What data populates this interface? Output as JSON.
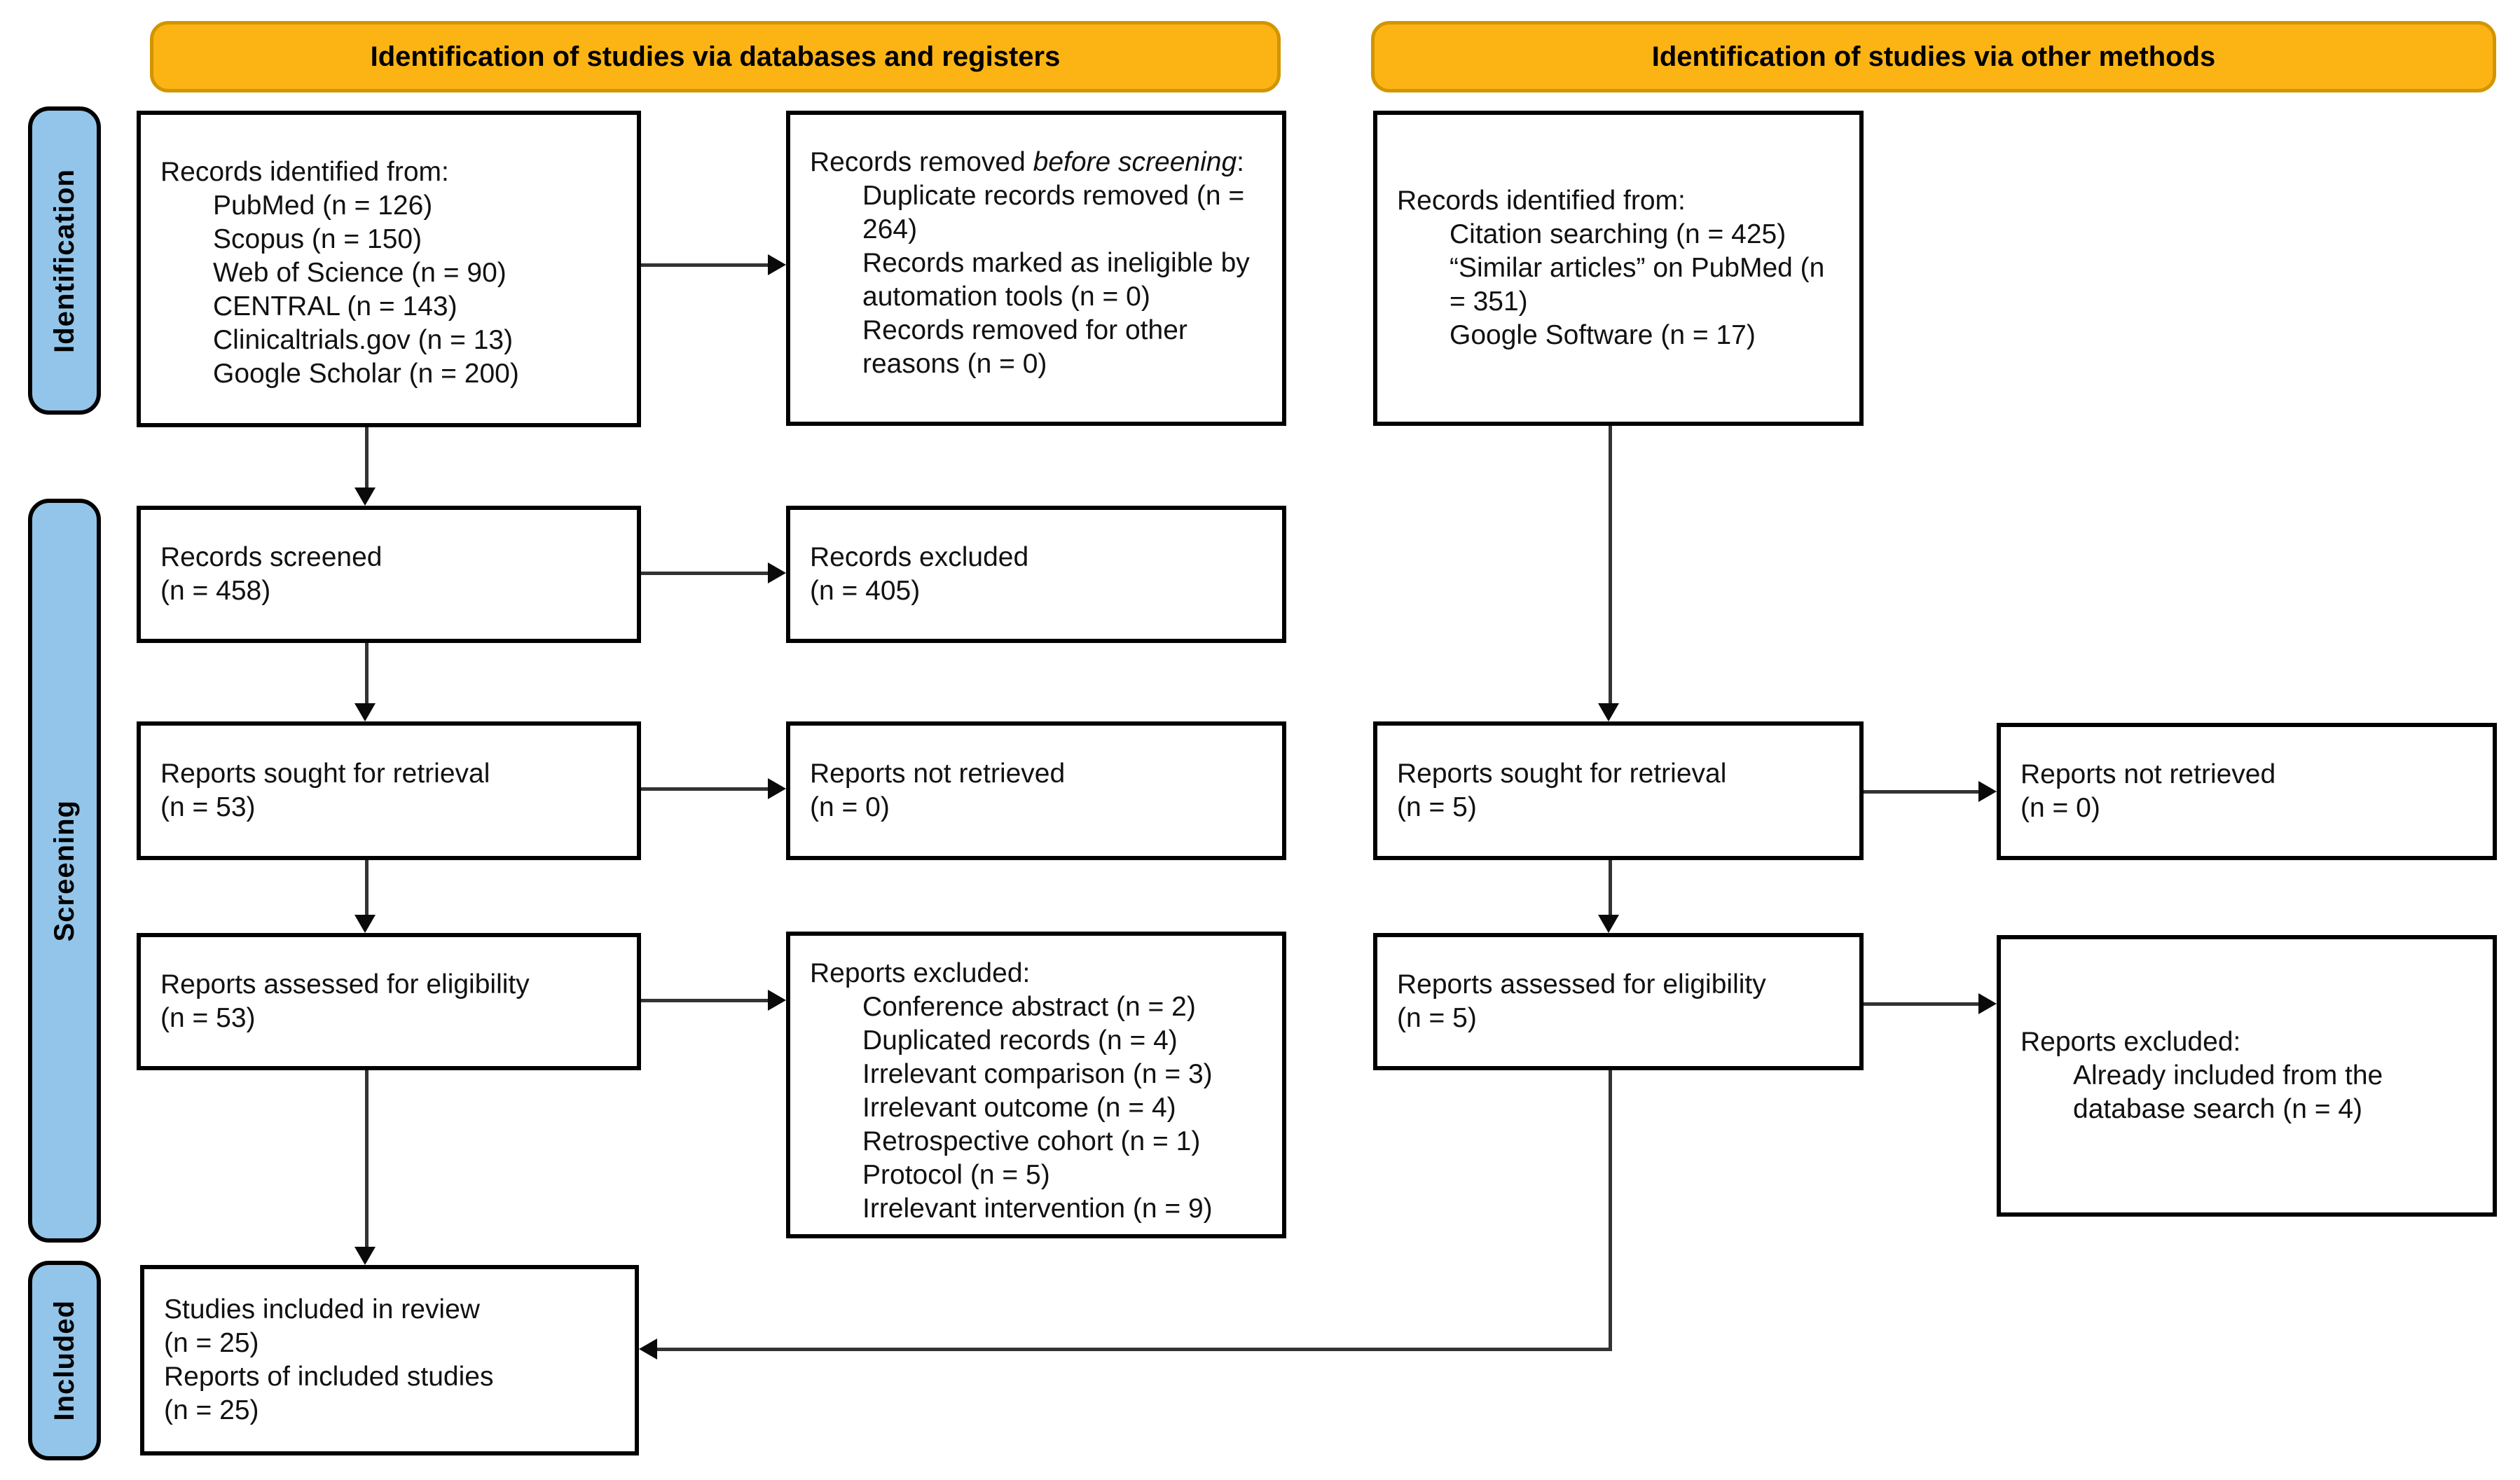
{
  "banners": {
    "left": "Identification of studies via databases and registers",
    "right": "Identification of studies via other methods"
  },
  "side_labels": {
    "identification": "Identification",
    "screening": "Screening",
    "included": "Included"
  },
  "colors": {
    "banner_fill": "#FBB414",
    "banner_border": "#D29500",
    "side_fill": "#92C5E9",
    "line": "#333333"
  },
  "boxes": {
    "db_identified": {
      "title": "Records identified from:",
      "items": [
        "PubMed (n = 126)",
        "Scopus (n = 150)",
        "Web of Science (n = 90)",
        "CENTRAL (n = 143)",
        "Clinicaltrials.gov (n = 13)",
        "Google Scholar (n = 200)"
      ]
    },
    "records_removed": {
      "title_prefix": "Records removed ",
      "title_italic": "before screening",
      "title_suffix": ":",
      "items": [
        "Duplicate records removed (n = 264)",
        "Records marked as ineligible by automation tools (n = 0)",
        "Records removed for other reasons (n = 0)"
      ]
    },
    "other_identified": {
      "title": "Records identified from:",
      "items": [
        "Citation searching (n = 425)",
        "“Similar articles” on PubMed (n = 351)",
        "Google Software (n = 17)"
      ]
    },
    "records_screened": {
      "lines": [
        "Records screened",
        "(n = 458)"
      ]
    },
    "records_excluded": {
      "lines": [
        "Records excluded",
        "(n = 405)"
      ]
    },
    "reports_sought_db": {
      "lines": [
        "Reports sought for retrieval",
        "(n = 53)"
      ]
    },
    "reports_not_retrieved_db": {
      "lines": [
        "Reports not retrieved",
        "(n = 0)"
      ]
    },
    "reports_sought_other": {
      "lines": [
        "Reports sought for retrieval",
        "(n = 5)"
      ]
    },
    "reports_not_retrieved_other": {
      "lines": [
        "Reports not retrieved",
        "(n = 0)"
      ]
    },
    "reports_assessed_db": {
      "lines": [
        "Reports assessed for eligibility",
        "(n = 53)"
      ]
    },
    "reports_excluded_db": {
      "title": "Reports excluded:",
      "items": [
        "Conference abstract (n = 2)",
        "Duplicated records (n = 4)",
        "Irrelevant comparison (n = 3)",
        "Irrelevant outcome (n = 4)",
        "Retrospective cohort (n = 1)",
        "Protocol (n = 5)",
        "Irrelevant intervention (n = 9)"
      ]
    },
    "reports_assessed_other": {
      "lines": [
        "Reports assessed for eligibility",
        "(n = 5)"
      ]
    },
    "reports_excluded_other": {
      "title": "Reports excluded:",
      "items": [
        "Already included from the database search (n = 4)"
      ]
    },
    "included": {
      "lines": [
        "Studies included in review",
        "(n = 25)",
        "Reports of included studies",
        "(n = 25)"
      ]
    }
  }
}
